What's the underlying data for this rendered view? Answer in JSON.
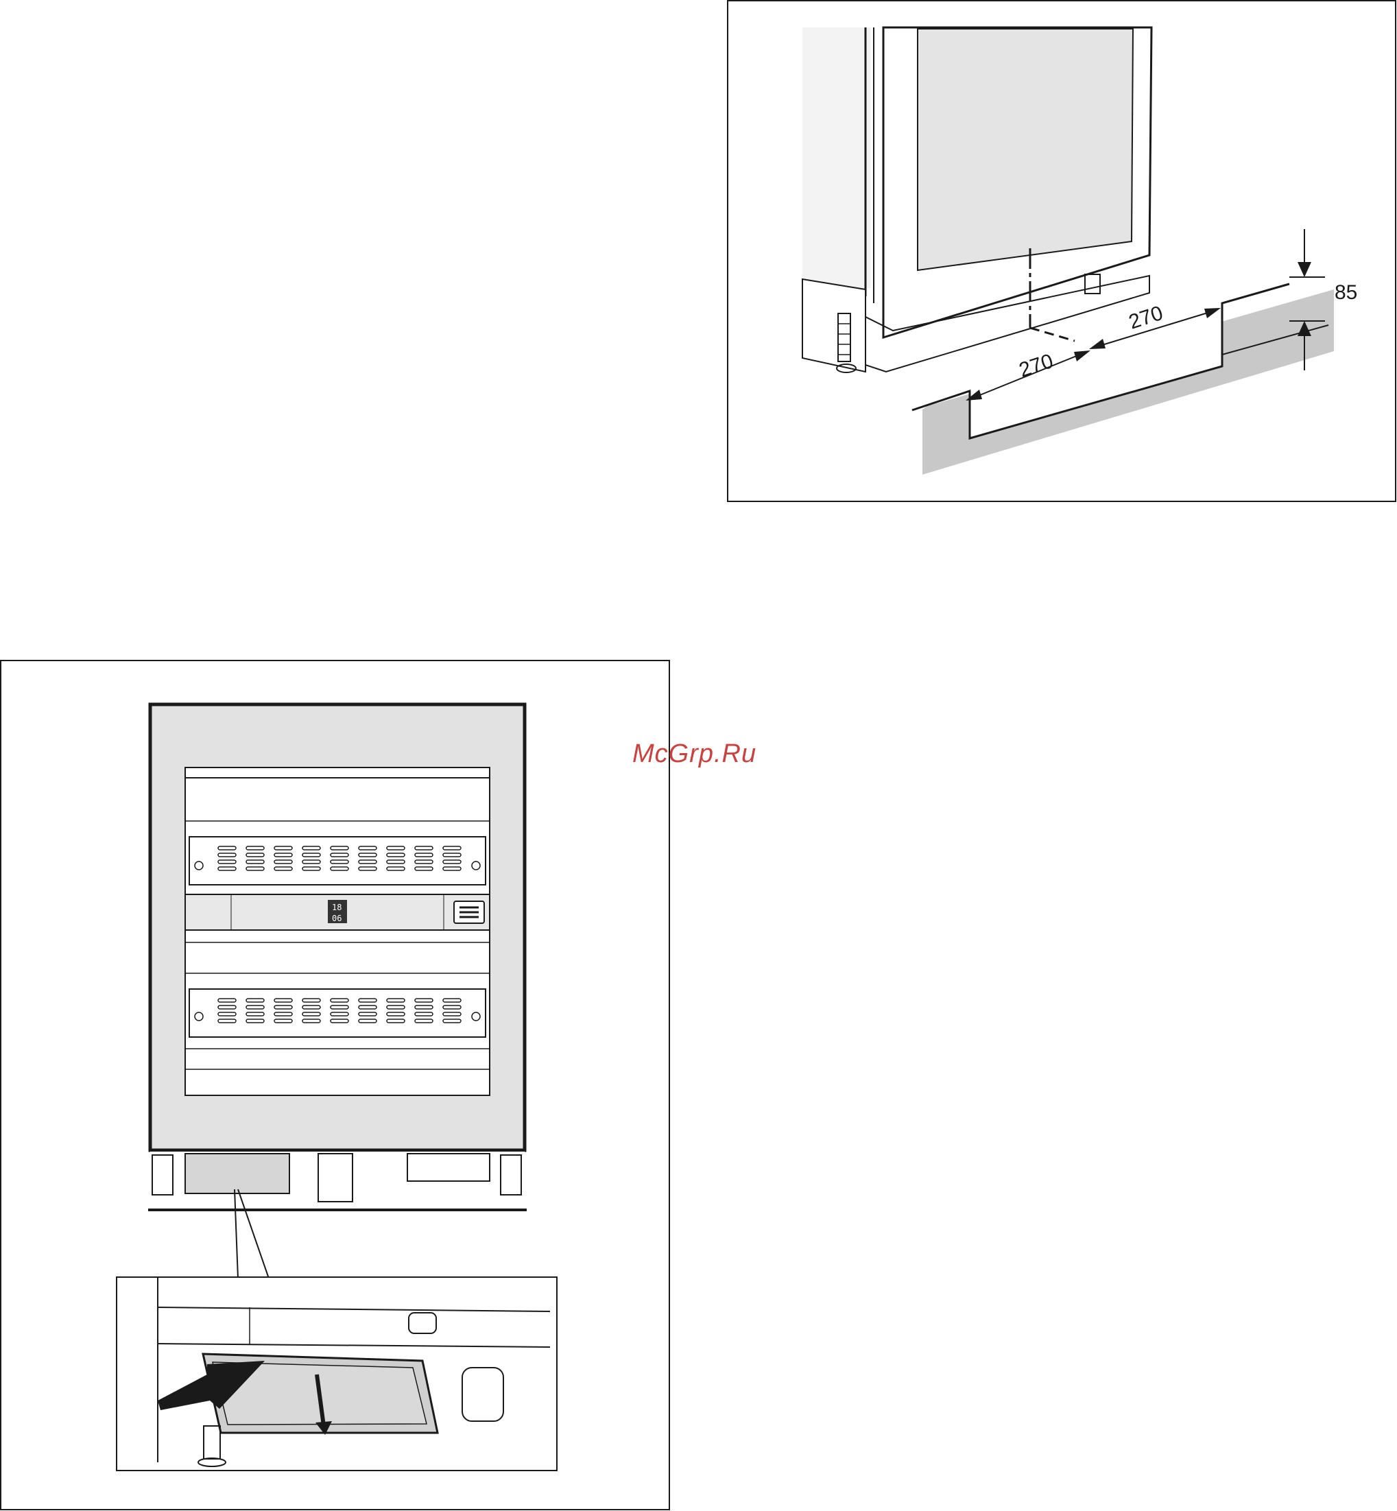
{
  "watermark": "McGrp.Ru",
  "figure_top": {
    "dimensions": {
      "left_depth": "270",
      "right_depth": "270",
      "height": "85"
    }
  },
  "figure_bottom": {
    "display": {
      "line1": "18",
      "line2": "06"
    }
  },
  "colors": {
    "outline": "#1a1a1a",
    "panel_fill": "#e2e2e2",
    "plinth_fill": "#c8c8c8",
    "watermark": "#c8423f"
  }
}
